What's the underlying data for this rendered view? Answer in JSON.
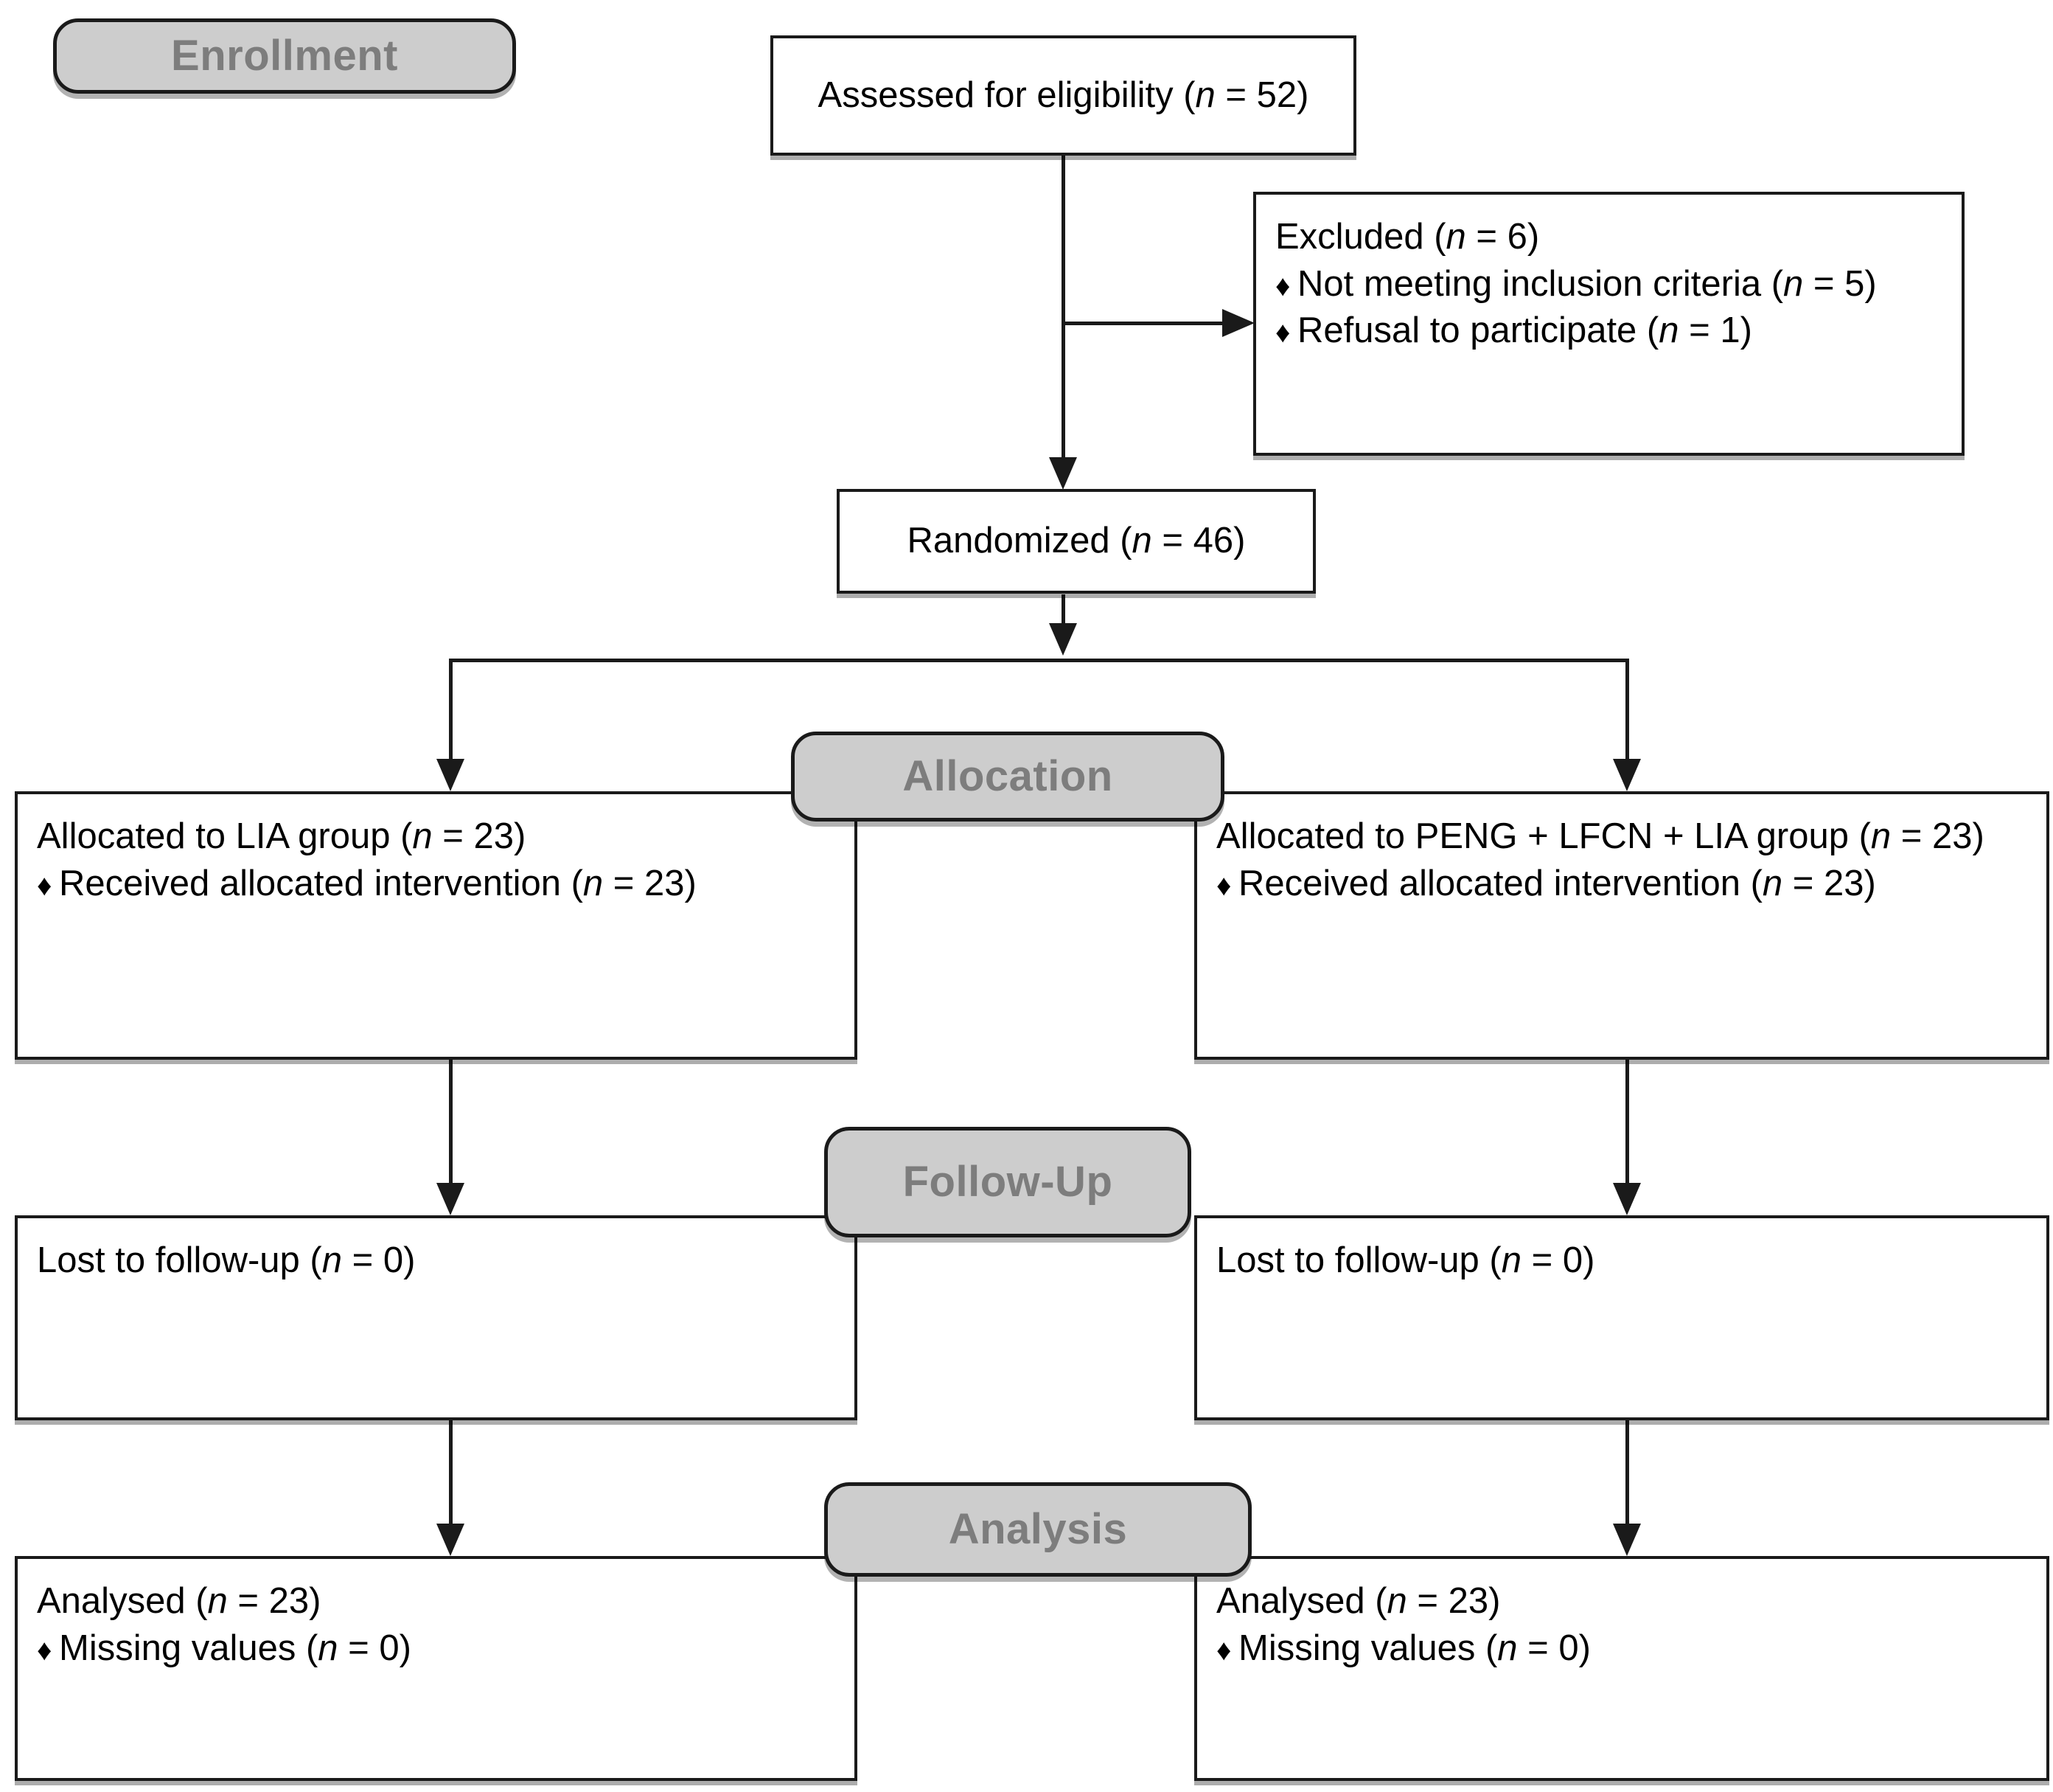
{
  "diagram": {
    "title": "CONSORT participant flow diagram",
    "type": "consort-flow",
    "colors": {
      "stage_fill": "#cdcdcd",
      "stage_text": "#7d7d7d",
      "box_fill": "#ffffff",
      "line": "#1a1a1a",
      "text": "#000000"
    },
    "bullet_glyph": "♦"
  },
  "stages": {
    "enrollment": "Enrollment",
    "allocation": "Allocation",
    "followup": "Follow-Up",
    "analysis": "Analysis"
  },
  "boxes": {
    "assessed": {
      "line1_a": "Assessed for eligibility (",
      "line1_n": "n",
      "line1_b": " = 52)"
    },
    "excluded": {
      "title_a": "Excluded (",
      "title_n": "n",
      "title_b": " = 6)",
      "b1_a": "Not meeting inclusion criteria (",
      "b1_n": "n",
      "b1_b": " = 5)",
      "b2_a": "Refusal to participate (",
      "b2_n": "n",
      "b2_b": " = 1)"
    },
    "randomized": {
      "line1_a": "Randomized (",
      "line1_n": "n",
      "line1_b": " = 46)"
    },
    "alloc_left": {
      "title_a": "Allocated to LIA group (",
      "title_n": "n",
      "title_b": " = 23)",
      "b1_a": "Received allocated intervention (",
      "b1_n": "n",
      "b1_b": " = 23)"
    },
    "alloc_right": {
      "title_a": "Allocated to PENG + LFCN + LIA group (",
      "title_n": "n",
      "title_b": " = 23)",
      "b1_a": "Received allocated intervention (",
      "b1_n": "n",
      "b1_b": " = 23)"
    },
    "follow_left": {
      "title_a": "Lost to follow-up (",
      "title_n": "n",
      "title_b": " = 0)"
    },
    "follow_right": {
      "title_a": "Lost to follow-up (",
      "title_n": "n",
      "title_b": " = 0)"
    },
    "analysis_left": {
      "title_a": "Analysed (",
      "title_n": "n",
      "title_b": " = 23)",
      "b1_a": "Missing values (",
      "b1_n": "n",
      "b1_b": " = 0)"
    },
    "analysis_right": {
      "title_a": "Analysed (",
      "title_n": "n",
      "title_b": " = 23)",
      "b1_a": "Missing values (",
      "b1_n": "n",
      "b1_b": " = 0)"
    }
  }
}
